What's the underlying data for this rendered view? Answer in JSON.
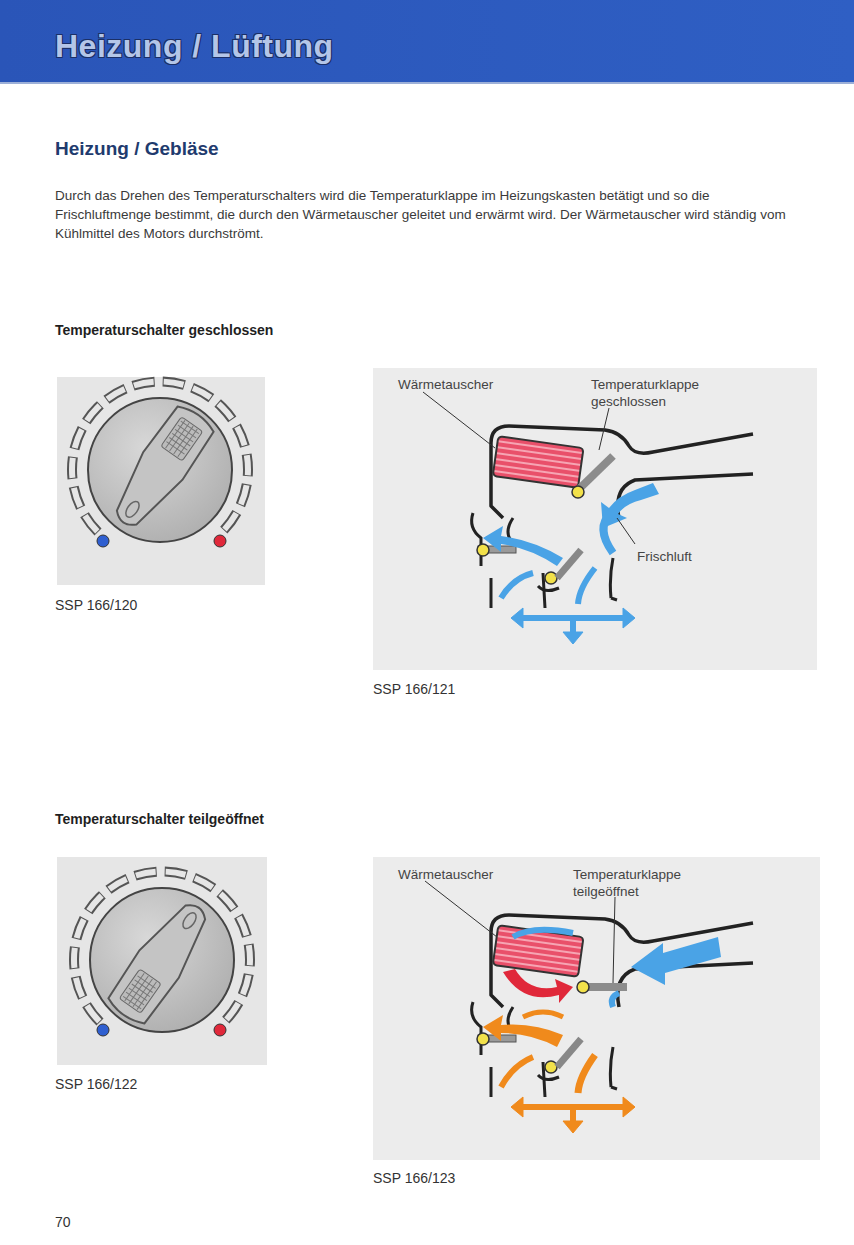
{
  "diagram": {
    "title": "Heizung / Lüftung",
    "labels": [
      "Heizung / Gebläse",
      "Durch das Drehen des Temperaturschalters wird die Temperaturklappe im Heizungskasten betätigt und so die Frischluftmenge bestimmt, die durch den Wärmetauscher geleitet und erwärmt wird. Der Wärmetauscher wird ständig vom Kühlmittel des Motors durchströmt.",
      "Temperaturschalter geschlossen",
      "SSP 166/120",
      "Wärmetauscher",
      "Temperaturklappe geschlossen",
      "Frischluft",
      "SSP 166/121",
      "Temperaturschalter teilgeöffnet",
      "SSP 166/122",
      "Wärmetauscher",
      "Temperaturklappe teilgeöffnet",
      "SSP 166/123",
      "70"
    ]
  }
}
